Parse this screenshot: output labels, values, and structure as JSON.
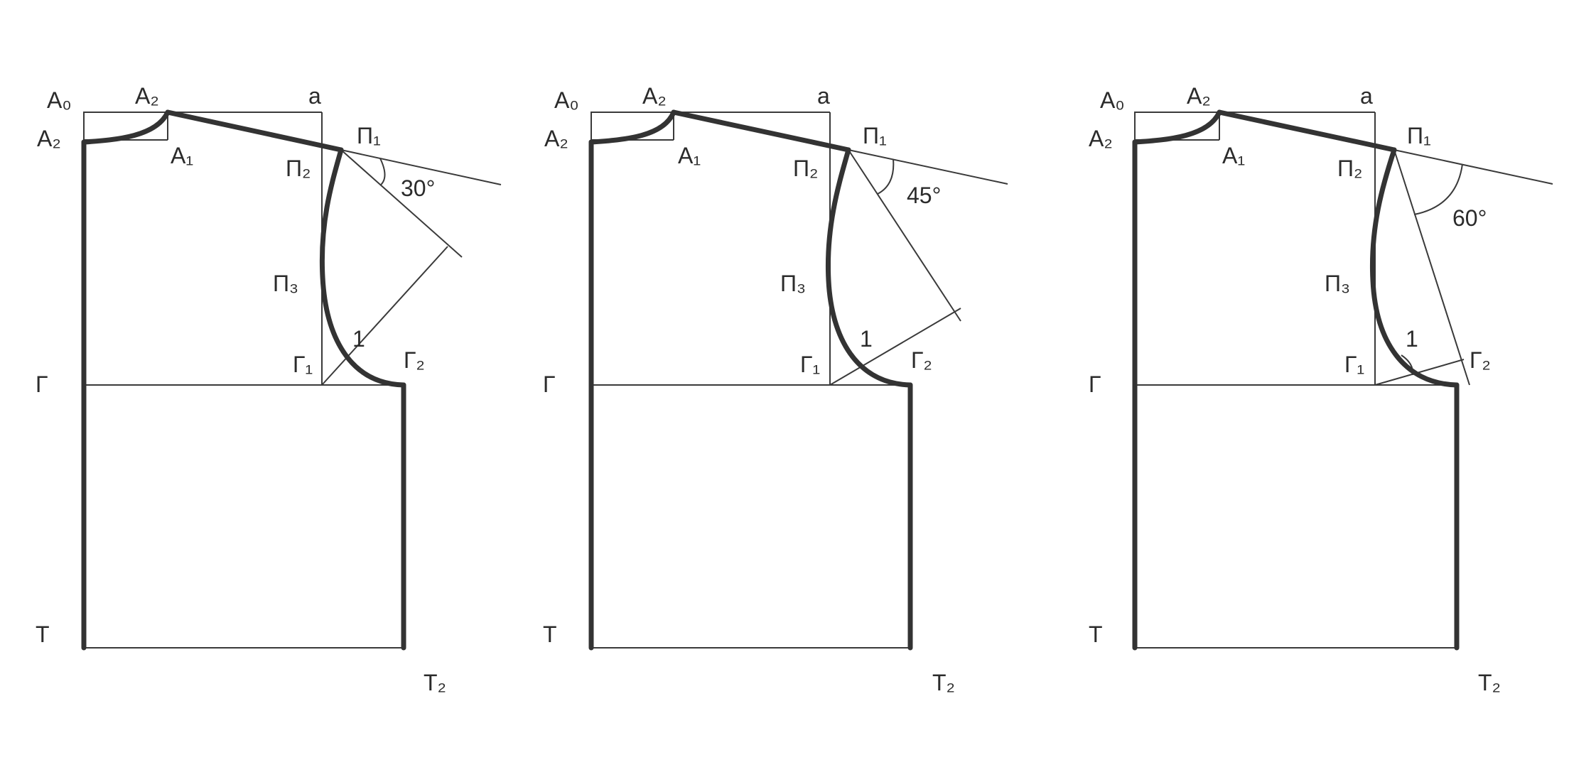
{
  "diagrams": [
    {
      "angle_label": "30°",
      "labels": {
        "A0": "A₀",
        "A2_top": "A₂",
        "a": "a",
        "A2_left": "A₂",
        "A1": "A₁",
        "P1": "П₁",
        "P2": "П₂",
        "P3": "П₃",
        "one": "1",
        "G": "Г",
        "G1": "Г₁",
        "G2": "Г₂",
        "T": "Т",
        "T2": "Т₂"
      }
    },
    {
      "angle_label": "45°",
      "labels": {
        "A0": "A₀",
        "A2_top": "A₂",
        "a": "a",
        "A2_left": "A₂",
        "A1": "A₁",
        "P1": "П₁",
        "P2": "П₂",
        "P3": "П₃",
        "one": "1",
        "G": "Г",
        "G1": "Г₁",
        "G2": "Г₂",
        "T": "Т",
        "T2": "Т₂"
      }
    },
    {
      "angle_label": "60°",
      "labels": {
        "A0": "A₀",
        "A2_top": "A₂",
        "a": "a",
        "A2_left": "A₂",
        "A1": "A₁",
        "P1": "П₁",
        "P2": "П₂",
        "P3": "П₃",
        "one": "1",
        "G": "Г",
        "G1": "Г₁",
        "G2": "Г₂",
        "T": "Т",
        "T2": "Т₂"
      }
    }
  ]
}
